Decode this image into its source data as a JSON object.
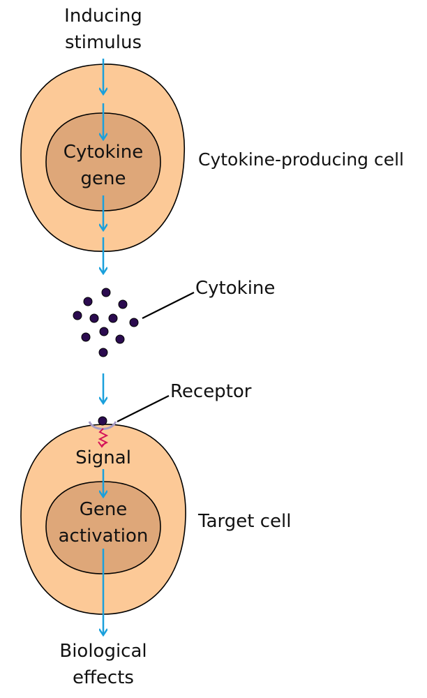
{
  "labels": {
    "inducing_stimulus": [
      "Inducing",
      "stimulus"
    ],
    "cytokine_gene": [
      "Cytokine",
      "gene"
    ],
    "cytokine_producing_cell": "Cytokine-producing cell",
    "cytokine": "Cytokine",
    "receptor": "Receptor",
    "signal": "Signal",
    "gene_activation": [
      "Gene",
      "activation"
    ],
    "target_cell": "Target cell",
    "biological_effects": [
      "Biological",
      "effects"
    ]
  },
  "colors": {
    "cell_cytoplasm": "#fcc997",
    "nucleus": "#dea779",
    "arrow": "#1aa0dc",
    "cytokine_dot": "#2b0b4f",
    "receptor": "#a79bc4",
    "signal_squiggle": "#d4145a",
    "outline": "#000000"
  }
}
